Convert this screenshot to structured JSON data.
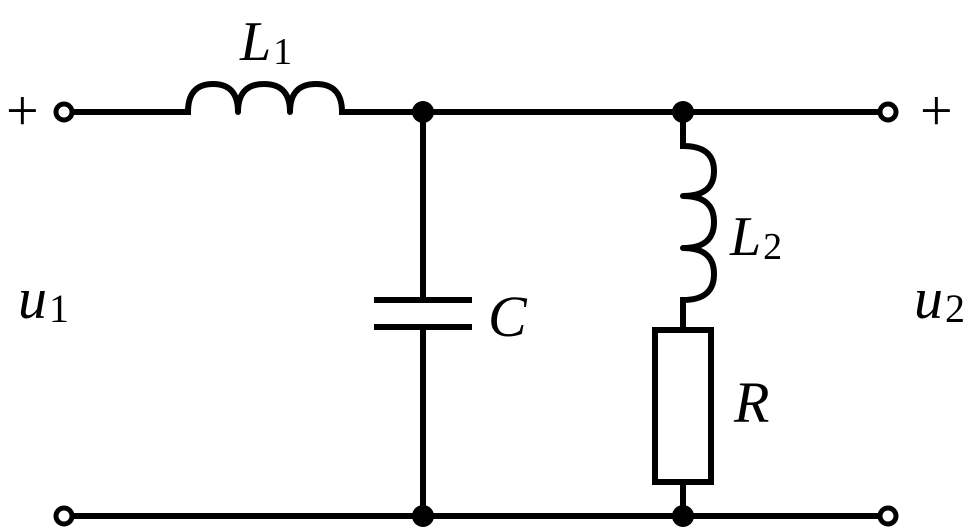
{
  "labels": {
    "inductor1": {
      "main": "L",
      "sub": "1"
    },
    "inductor2": {
      "main": "L",
      "sub": "2"
    },
    "capacitor": {
      "main": "C"
    },
    "resistor": {
      "main": "R"
    },
    "input_voltage": {
      "main": "u",
      "sub": "1"
    },
    "output_voltage": {
      "main": "u",
      "sub": "2"
    },
    "input_plus": "+",
    "output_plus": "+"
  },
  "colors": {
    "stroke": "#000000",
    "background": "#ffffff"
  }
}
